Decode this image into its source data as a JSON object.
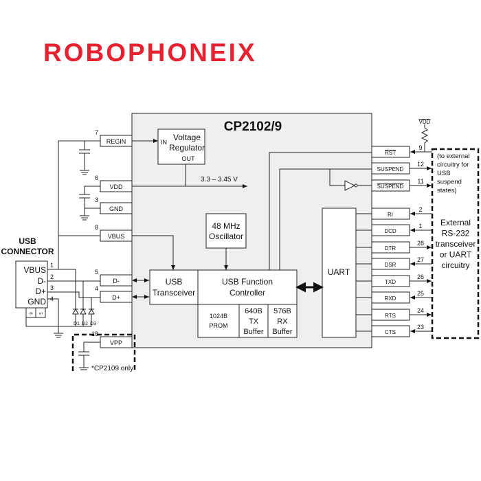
{
  "logo": {
    "text": "ROBOPHONEIX",
    "color": "#e8202f"
  },
  "chip": {
    "title": "CP2102/9",
    "regulator": {
      "line1": "Voltage",
      "line2": "Regulator",
      "in": "IN",
      "out": "OUT"
    },
    "vdd_rail": "3.3 – 3.45 V",
    "oscillator": {
      "line1": "48 MHz",
      "line2": "Oscillator"
    },
    "transceiver": {
      "line1": "USB",
      "line2": "Transceiver"
    },
    "controller": {
      "line1": "USB Function",
      "line2": "Controller"
    },
    "prom": {
      "line1": "1024B",
      "line2": "PROM"
    },
    "tx_buffer": {
      "line1": "640B",
      "line2": "TX",
      "line3": "Buffer"
    },
    "rx_buffer": {
      "line1": "576B",
      "line2": "RX",
      "line3": "Buffer"
    },
    "uart": "UART",
    "fill": "#efefef"
  },
  "left_pins": [
    {
      "name": "REGIN",
      "num": "7"
    },
    {
      "name": "VDD",
      "num": "6"
    },
    {
      "name": "GND",
      "num": "3"
    },
    {
      "name": "VBUS",
      "num": "8"
    },
    {
      "name": "D-",
      "num": "5"
    },
    {
      "name": "D+",
      "num": "4"
    },
    {
      "name": "VPP",
      "num": "18"
    }
  ],
  "right_pins": [
    {
      "name": "RST",
      "num": "9",
      "dir": "in",
      "overbar": true
    },
    {
      "name": "SUSPEND",
      "num": "12",
      "dir": "out",
      "overbar": false
    },
    {
      "name": "SUSPEND",
      "num": "11",
      "dir": "out",
      "overbar": true
    },
    {
      "name": "RI",
      "num": "2",
      "dir": "in",
      "overbar": false
    },
    {
      "name": "DCD",
      "num": "1",
      "dir": "in",
      "overbar": false
    },
    {
      "name": "DTR",
      "num": "28",
      "dir": "out",
      "overbar": false
    },
    {
      "name": "DSR",
      "num": "27",
      "dir": "in",
      "overbar": false
    },
    {
      "name": "TXD",
      "num": "26",
      "dir": "out",
      "overbar": false
    },
    {
      "name": "RXD",
      "num": "25",
      "dir": "in",
      "overbar": false
    },
    {
      "name": "RTS",
      "num": "24",
      "dir": "out",
      "overbar": false
    },
    {
      "name": "CTS",
      "num": "23",
      "dir": "in",
      "overbar": false
    }
  ],
  "usb_connector": {
    "title1": "USB",
    "title2": "CONNECTOR",
    "pins": [
      {
        "name": "VBUS",
        "num": "1"
      },
      {
        "name": "D-",
        "num": "2"
      },
      {
        "name": "D+",
        "num": "3"
      },
      {
        "name": "GND",
        "num": "4"
      }
    ],
    "shield": [
      "6",
      "5"
    ]
  },
  "diodes": [
    "D1",
    "D2",
    "D3"
  ],
  "vpp_note": "*CP2109 only",
  "vdd_label": "VDD",
  "external": {
    "suspend_note": [
      "(to external",
      "circuitry for",
      "USB",
      "suspend",
      "states)"
    ],
    "rs232": [
      "External",
      "RS-232",
      "transceiver",
      "or UART",
      "circuitry"
    ]
  }
}
